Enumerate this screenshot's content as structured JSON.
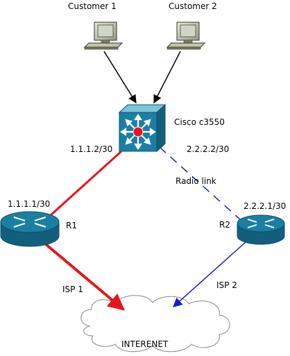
{
  "nodes": {
    "customer1": "Customer 1",
    "customer2": "Customer 2",
    "switch": "Cisco c3550",
    "r1": "R1",
    "r2": "R2",
    "cloud": "INTERENET"
  },
  "links": {
    "sw_r1_ip": "1.1.1.2/30",
    "sw_r2_ip": "2.2.2.2/30",
    "radio": "Radio link",
    "r1_ip": "1.1.1.1/30",
    "r2_ip": "2.2.2.1/30",
    "isp1": "ISP 1",
    "isp2": "ISP 2"
  },
  "colors": {
    "isp1_link": "#e8141c",
    "isp2_link": "#1a1acc",
    "router": "#1b7fa3",
    "switch": "#1b7fa3"
  }
}
